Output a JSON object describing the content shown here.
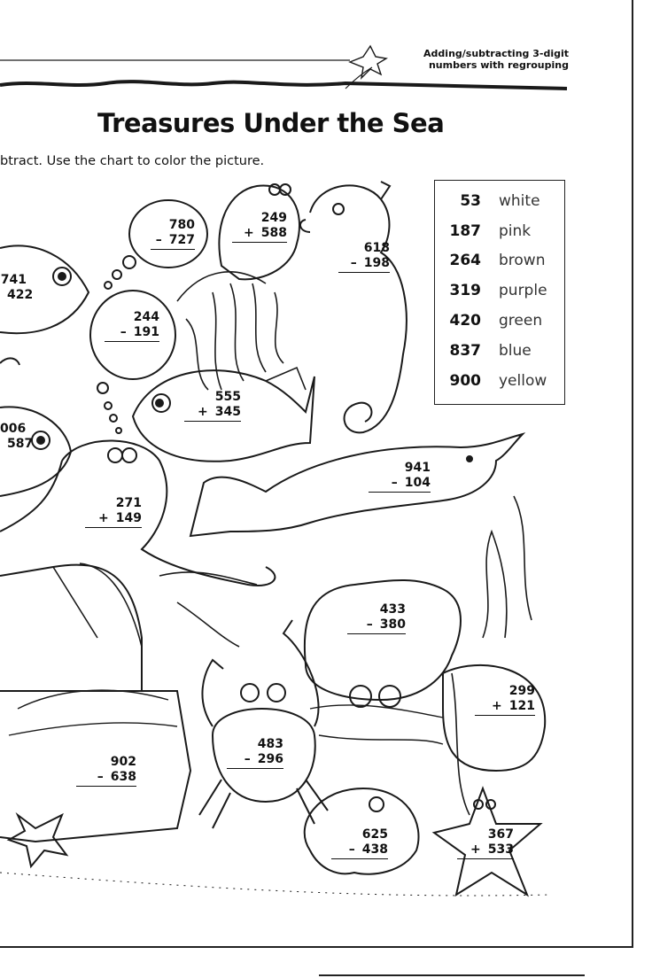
{
  "header": {
    "topic_line1": "Adding/subtracting 3-digit",
    "topic_line2": "numbers with regrouping",
    "title": "Treasures Under the Sea",
    "instructions": "btract. Use the chart to color the picture."
  },
  "color_key": [
    {
      "number": "53",
      "color": "white"
    },
    {
      "number": "187",
      "color": "pink"
    },
    {
      "number": "264",
      "color": "brown"
    },
    {
      "number": "319",
      "color": "purple"
    },
    {
      "number": "420",
      "color": "green"
    },
    {
      "number": "837",
      "color": "blue"
    },
    {
      "number": "900",
      "color": "yellow"
    }
  ],
  "problems": [
    {
      "top": "780",
      "op": "–",
      "bottom": "727"
    },
    {
      "top": "249",
      "op": "+",
      "bottom": "588"
    },
    {
      "top": "618",
      "op": "–",
      "bottom": "198"
    },
    {
      "top": "741",
      "op": "",
      "bottom": "422"
    },
    {
      "top": "244",
      "op": "–",
      "bottom": "191"
    },
    {
      "top": "555",
      "op": "+",
      "bottom": "345"
    },
    {
      "top": "006",
      "op": "",
      "bottom": "587"
    },
    {
      "top": "941",
      "op": "–",
      "bottom": "104"
    },
    {
      "top": "271",
      "op": "+",
      "bottom": "149"
    },
    {
      "top": "433",
      "op": "–",
      "bottom": "380"
    },
    {
      "top": "299",
      "op": "+",
      "bottom": "121"
    },
    {
      "top": "483",
      "op": "–",
      "bottom": "296"
    },
    {
      "top": "902",
      "op": "–",
      "bottom": "638"
    },
    {
      "top": "625",
      "op": "–",
      "bottom": "438"
    },
    {
      "top": "367",
      "op": "+",
      "bottom": "533"
    }
  ]
}
